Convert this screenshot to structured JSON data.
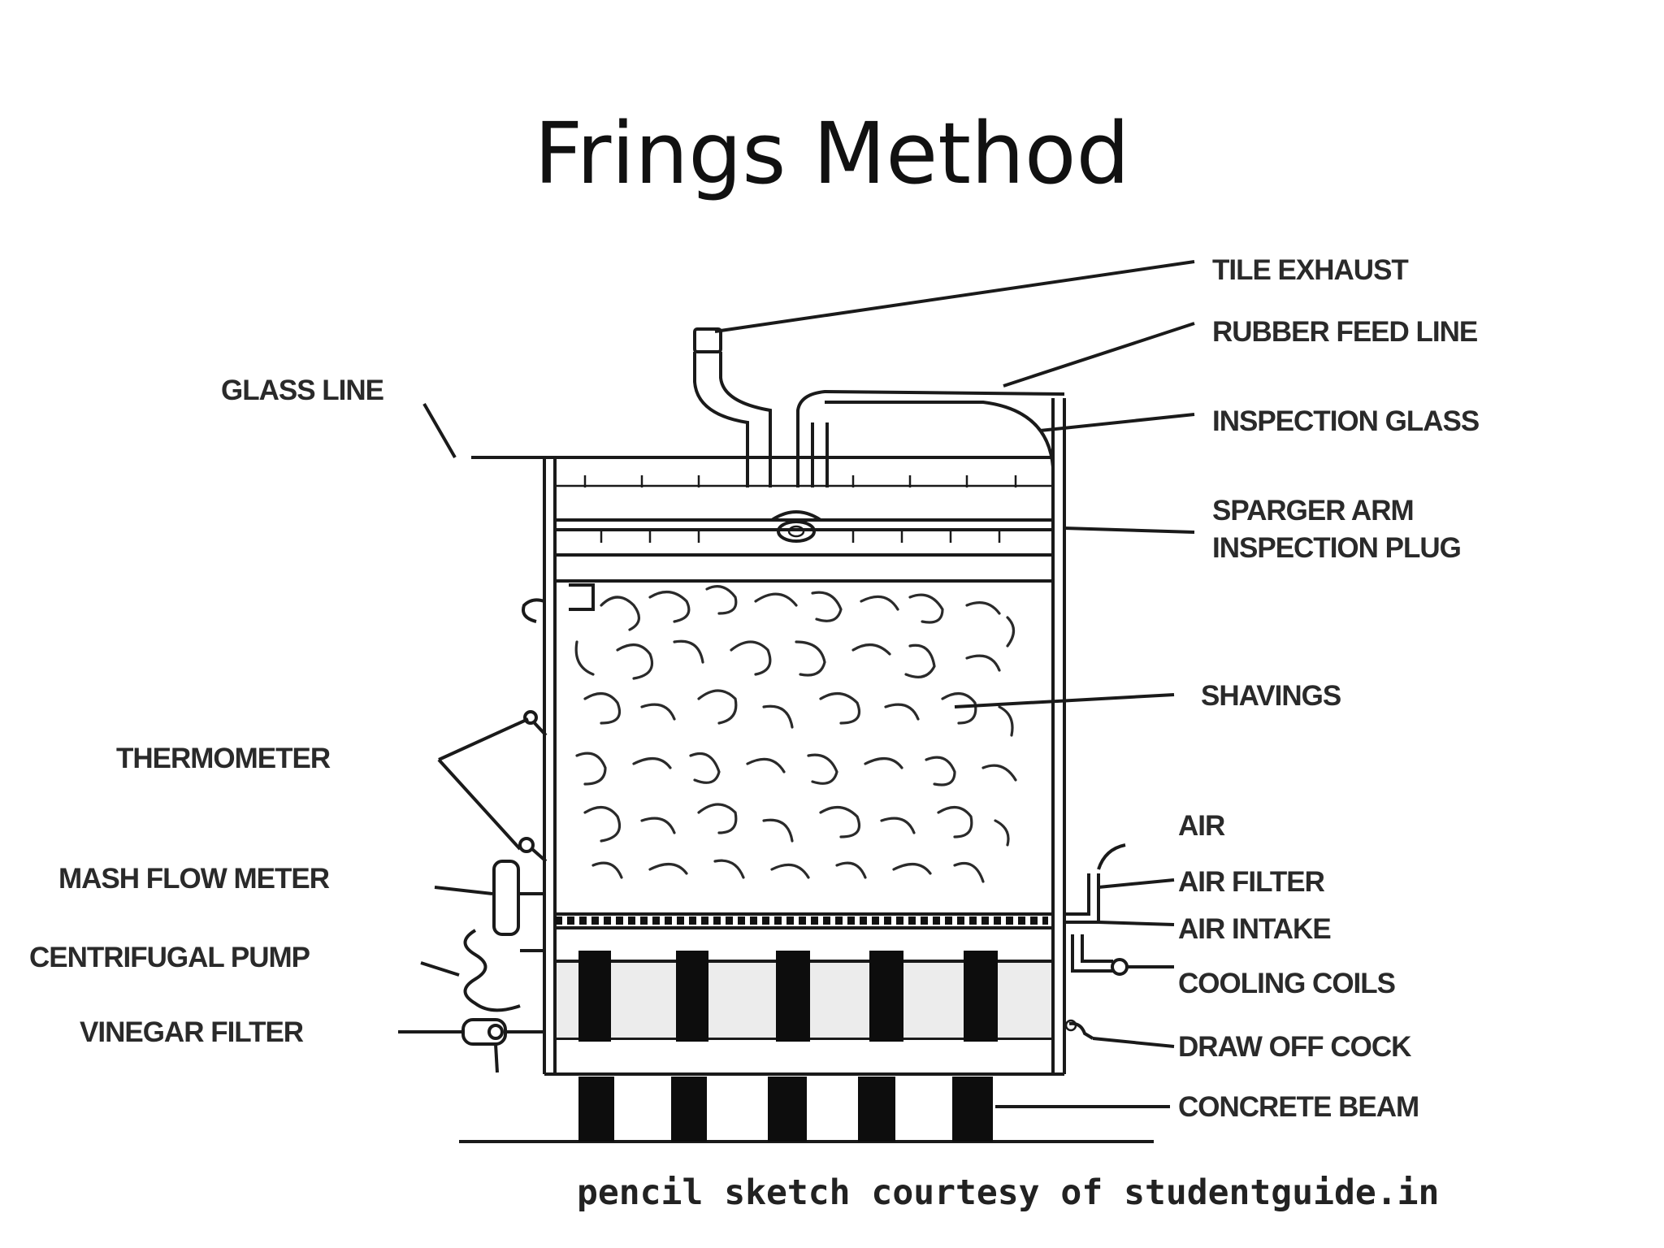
{
  "title": "Frings Method",
  "labels": {
    "tile_exhaust": "TILE EXHAUST",
    "rubber_feed_line": "RUBBER FEED LINE",
    "glass_line": "GLASS LINE",
    "inspection_glass": "INSPECTION GLASS",
    "sparger_arm_line1": "SPARGER ARM",
    "sparger_arm_line2": "INSPECTION PLUG",
    "shavings": "SHAVINGS",
    "thermometer": "THERMOMETER",
    "air": "AIR",
    "mash_flow_meter": "MASH FLOW METER",
    "air_filter": "AIR FILTER",
    "air_intake": "AIR INTAKE",
    "centrifugal_pump": "CENTRIFUGAL PUMP",
    "cooling_coils": "COOLING  COILS",
    "vinegar_filter": "VINEGAR FILTER",
    "draw_off_cock": "DRAW OFF COCK",
    "concrete_beam": "CONCRETE BEAM"
  },
  "credit": "pencil sketch courtesy of studentguide.in"
}
